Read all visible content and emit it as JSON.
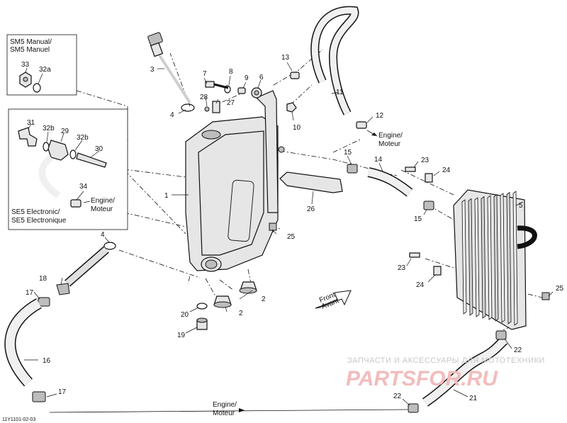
{
  "boxes": {
    "sm5_title": [
      "SM5 Manual/",
      "SM5 Manuel"
    ],
    "se5_title": [
      "SE5 Electronic/",
      "SE5 Electronique"
    ]
  },
  "callouts": [
    "1",
    "2",
    "2",
    "3",
    "4",
    "4",
    "5",
    "6",
    "7",
    "8",
    "9",
    "10",
    "11",
    "12",
    "13",
    "14",
    "15",
    "15",
    "16",
    "17",
    "17",
    "18",
    "19",
    "20",
    "21",
    "22",
    "22",
    "23",
    "23",
    "24",
    "24",
    "25",
    "25",
    "26",
    "27",
    "28",
    "29",
    "30",
    "31",
    "32a",
    "32b",
    "32b",
    "33",
    "34"
  ],
  "engine_notes": {
    "top_right": [
      "Engine/",
      "Moteur"
    ],
    "se5_box": [
      "Engine/",
      "Moteur"
    ],
    "bottom": [
      "Engine/",
      "Moteur"
    ]
  },
  "front_arrow": [
    "Front",
    "Avant"
  ],
  "watermark": {
    "line1": "ЗАПЧАСТИ И АКСЕССУАРЫ ДЛЯ МОТОТЕХНИКИ",
    "line2": "PARTSFOR.RU"
  },
  "ref_code": "11Y1101-02-03"
}
